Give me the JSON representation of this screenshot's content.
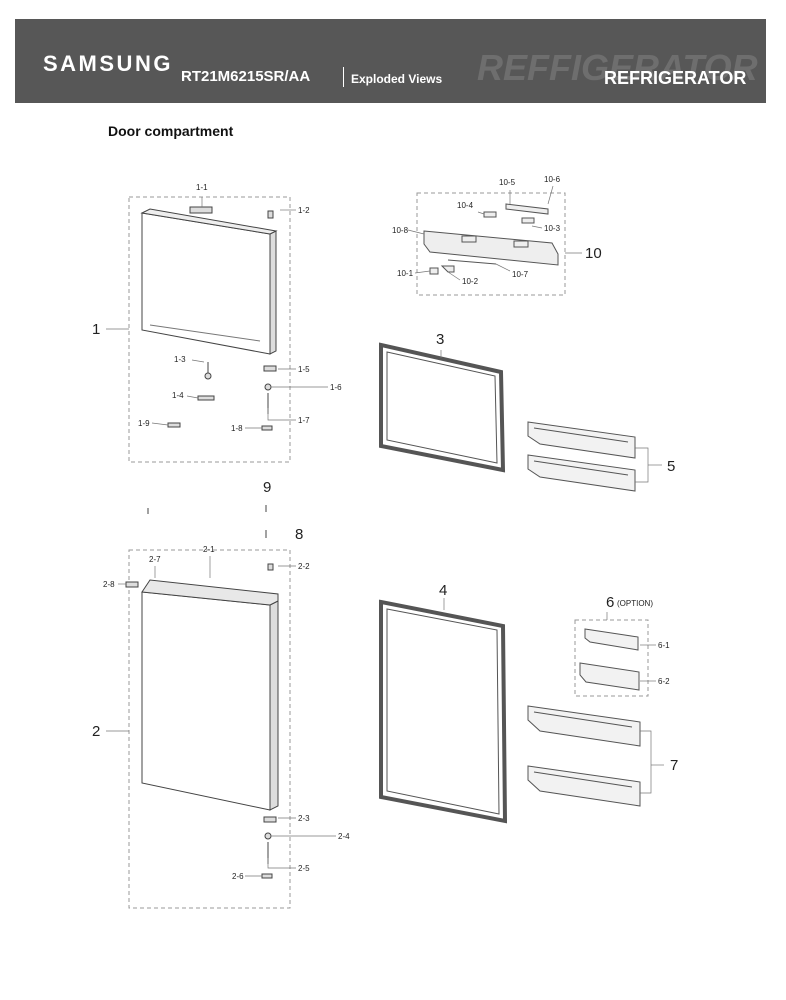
{
  "header": {
    "brand": "SAMSUNG",
    "model": "RT21M6215SR/AA",
    "view_type": "Exploded Views",
    "watermark": "REFFIGERATOR",
    "category": "REFRIGERATOR"
  },
  "section_title": "Door compartment",
  "labels": {
    "p1": "1",
    "p1_1": "1-1",
    "p1_2": "1-2",
    "p1_3": "1-3",
    "p1_4": "1-4",
    "p1_5": "1-5",
    "p1_6": "1-6",
    "p1_7": "1-7",
    "p1_8": "1-8",
    "p1_9": "1-9",
    "p2": "2",
    "p2_1": "2-1",
    "p2_2": "2-2",
    "p2_3": "2-3",
    "p2_4": "2-4",
    "p2_5": "2-5",
    "p2_6": "2-6",
    "p2_7": "2-7",
    "p2_8": "2-8",
    "p3": "3",
    "p4": "4",
    "p5": "5",
    "p6": "6",
    "p6_option": "(OPTION)",
    "p6_1": "6-1",
    "p6_2": "6-2",
    "p7": "7",
    "p8": "8",
    "p9": "9",
    "p10": "10",
    "p10_1": "10-1",
    "p10_2": "10-2",
    "p10_3": "10-3",
    "p10_4": "10-4",
    "p10_5": "10-5",
    "p10_6": "10-6",
    "p10_7": "10-7",
    "p10_8": "10-8"
  }
}
